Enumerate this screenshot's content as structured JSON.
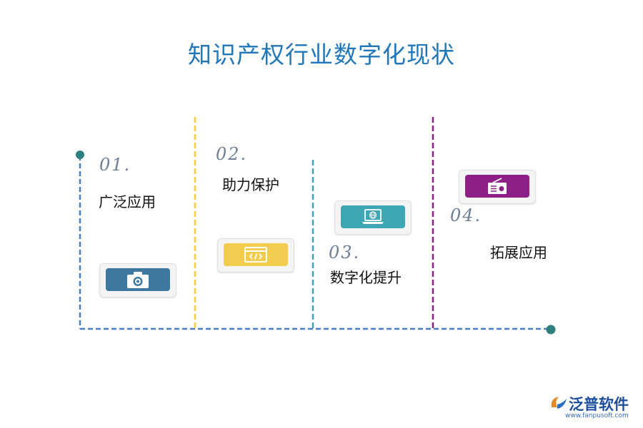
{
  "title": "知识产权行业数字化现状",
  "steps": [
    {
      "number": "01.",
      "label": "广泛应用",
      "icon": "camera-icon",
      "color": "#3d78a0"
    },
    {
      "number": "02.",
      "label": "助力保护",
      "icon": "code-window-icon",
      "color": "#f2cc4f"
    },
    {
      "number": "03.",
      "label": "数字化提升",
      "icon": "laptop-globe-icon",
      "color": "#3fa6b6"
    },
    {
      "number": "04.",
      "label": "拓展应用",
      "icon": "radio-icon",
      "color": "#8e1f86"
    }
  ],
  "colors": {
    "title": "#2277b8",
    "timeline": "#4a7fc1",
    "endpoint": "#2f7f7f"
  },
  "logo": {
    "name": "泛普软件",
    "url": "www.fanpusoft.com"
  }
}
